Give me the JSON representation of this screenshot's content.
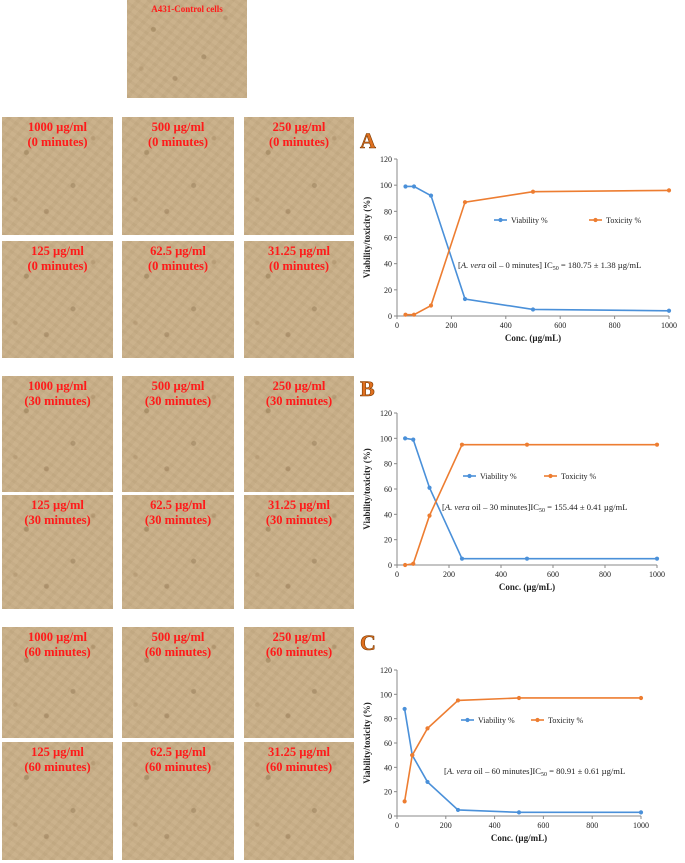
{
  "control": {
    "label": "A431-Control cells"
  },
  "panels": [
    {
      "letter": "A",
      "images": [
        {
          "conc": "1000 µg/ml",
          "time": "(0 minutes)"
        },
        {
          "conc": "500 µg/ml",
          "time": "(0 minutes)"
        },
        {
          "conc": "250 µg/ml",
          "time": "(0 minutes)"
        },
        {
          "conc": "125 µg/ml",
          "time": "(0 minutes)"
        },
        {
          "conc": "62.5 µg/ml",
          "time": "(0 minutes)"
        },
        {
          "conc": "31.25 µg/ml",
          "time": "(0 minutes)"
        }
      ]
    },
    {
      "letter": "B",
      "images": [
        {
          "conc": "1000 µg/ml",
          "time": "(30 minutes)"
        },
        {
          "conc": "500 µg/ml",
          "time": "(30 minutes)"
        },
        {
          "conc": "250 µg/ml",
          "time": "(30 minutes)"
        },
        {
          "conc": "125 µg/ml",
          "time": "(30 minutes)"
        },
        {
          "conc": "62.5 µg/ml",
          "time": "(30 minutes)"
        },
        {
          "conc": "31.25 µg/ml",
          "time": "(30 minutes)"
        }
      ]
    },
    {
      "letter": "C",
      "images": [
        {
          "conc": "1000 µg/ml",
          "time": "(60 minutes)"
        },
        {
          "conc": "500 µg/ml",
          "time": "(60 minutes)"
        },
        {
          "conc": "250 µg/ml",
          "time": "(60 minutes)"
        },
        {
          "conc": "125 µg/ml",
          "time": "(60 minutes)"
        },
        {
          "conc": "62.5 µg/ml",
          "time": "(60 minutes)"
        },
        {
          "conc": "31.25 µg/ml",
          "time": "(60 minutes)"
        }
      ]
    }
  ],
  "colors": {
    "viability": "#4a90d9",
    "toxicity": "#ed7d31",
    "label_red": "#ff1a1a",
    "letter": "#e07020"
  },
  "chart_data": [
    {
      "type": "line",
      "xlabel": "Conc. (µg/mL)",
      "ylabel": "Viability/toxicity (%)",
      "xlim": [
        0,
        1000
      ],
      "ylim": [
        0,
        120
      ],
      "xticks": [
        "0",
        "200",
        "400",
        "600",
        "800",
        "1000"
      ],
      "yticks": [
        "0",
        "20",
        "40",
        "60",
        "80",
        "100",
        "120"
      ],
      "x": [
        31.25,
        62.5,
        125,
        250,
        500,
        1000
      ],
      "series": [
        {
          "name": "Viability %",
          "values": [
            99,
            99,
            92,
            13,
            5,
            4
          ]
        },
        {
          "name": "Toxicity %",
          "values": [
            1,
            1,
            8,
            87,
            95,
            96
          ]
        }
      ],
      "annotation": {
        "species": "A. vera",
        "rest": " oil – 0 minutes] IC",
        "sub": "50",
        "value": " = 180.75 ± 1.38 µg/mL"
      }
    },
    {
      "type": "line",
      "xlabel": "Conc. (µg/mL)",
      "ylabel": "Viability/toxicity (%)",
      "xlim": [
        0,
        1000
      ],
      "ylim": [
        0,
        120
      ],
      "xticks": [
        "0",
        "200",
        "400",
        "600",
        "800",
        "1000"
      ],
      "yticks": [
        "0",
        "20",
        "40",
        "60",
        "80",
        "100",
        "120"
      ],
      "x": [
        31.25,
        62.5,
        125,
        250,
        500,
        1000
      ],
      "series": [
        {
          "name": "Viability %",
          "values": [
            100,
            99,
            61,
            5,
            5,
            5
          ]
        },
        {
          "name": "Toxicity %",
          "values": [
            0,
            1,
            39,
            95,
            95,
            95
          ]
        }
      ],
      "annotation": {
        "species": "A. vera",
        "rest": " oil – 30 minutes]IC",
        "sub": "50",
        "value": " = 155.44 ± 0.41 µg/mL"
      }
    },
    {
      "type": "line",
      "xlabel": "Conc. (µg/mL)",
      "ylabel": "Viability/toxicity (%)",
      "xlim": [
        0,
        1000
      ],
      "ylim": [
        0,
        120
      ],
      "xticks": [
        "0",
        "200",
        "400",
        "600",
        "800",
        "1000"
      ],
      "yticks": [
        "0",
        "20",
        "40",
        "60",
        "80",
        "100",
        "120"
      ],
      "x": [
        31.25,
        62.5,
        125,
        250,
        500,
        1000
      ],
      "series": [
        {
          "name": "Viability %",
          "values": [
            88,
            50,
            28,
            5,
            3,
            3
          ]
        },
        {
          "name": "Toxicity %",
          "values": [
            12,
            50,
            72,
            95,
            97,
            97
          ]
        }
      ],
      "annotation": {
        "species": "A. vera",
        "rest": " oil – 60 minutes]IC",
        "sub": "50",
        "value": " = 80.91 ± 0.61 µg/mL"
      }
    }
  ]
}
